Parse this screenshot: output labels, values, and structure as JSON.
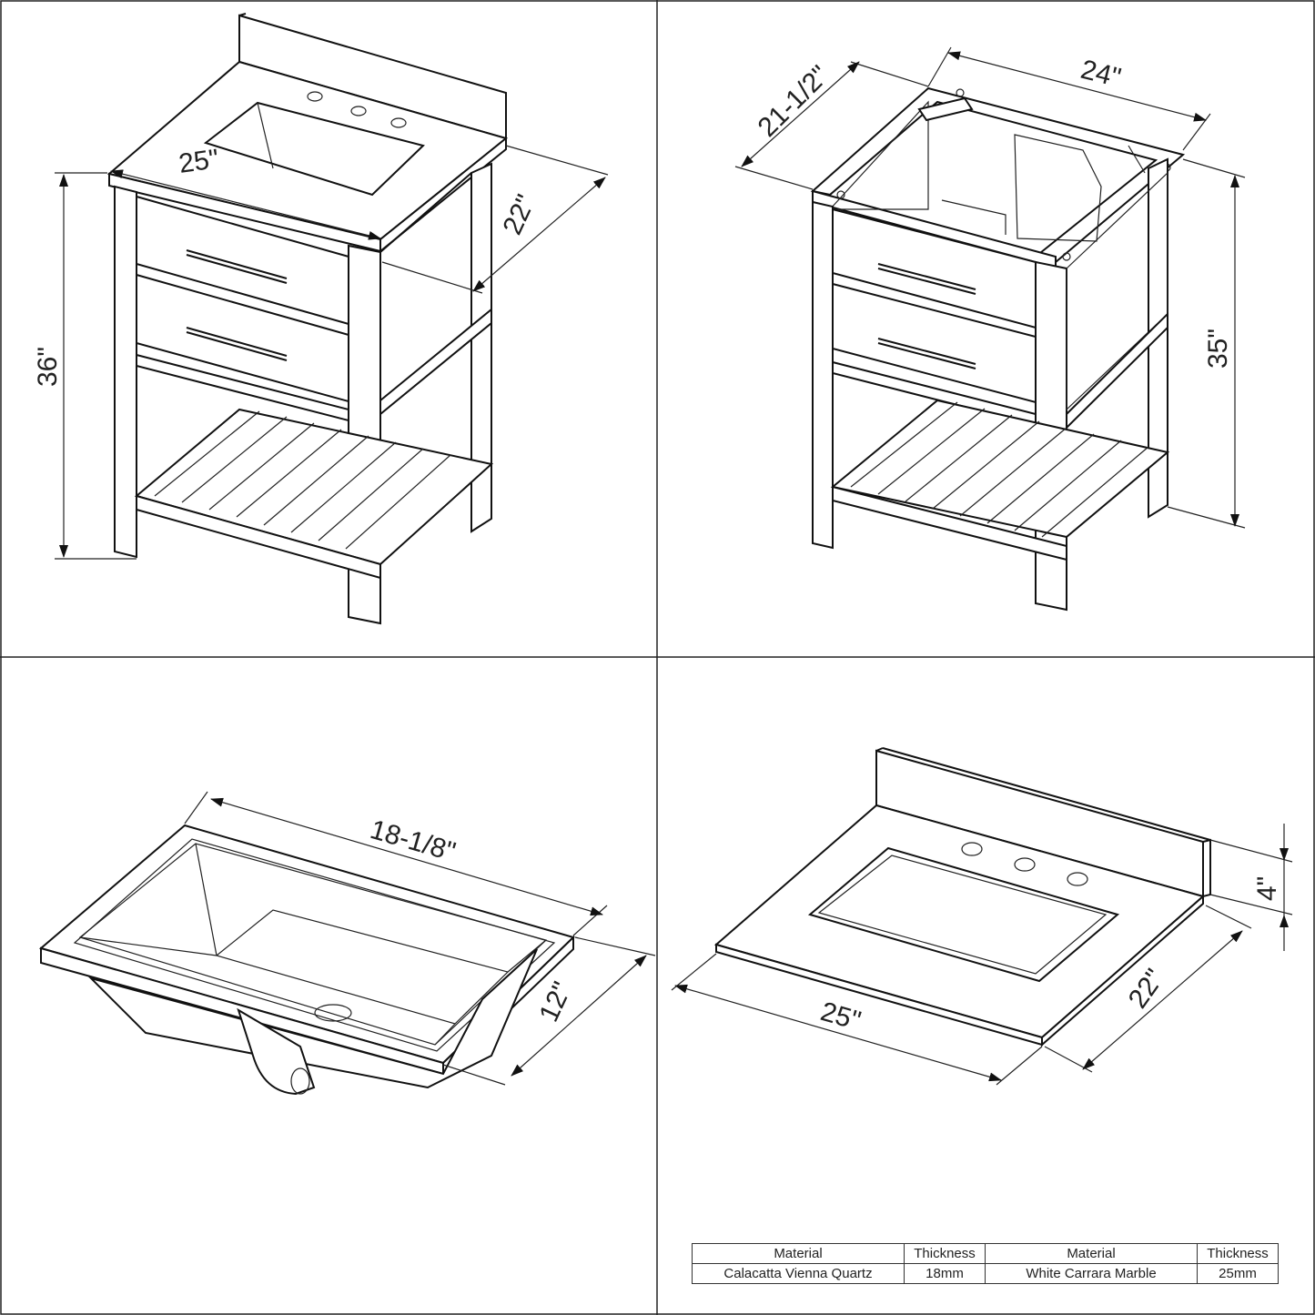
{
  "views": {
    "vanity_front": {
      "width": "25\"",
      "depth": "22\"",
      "height": "36\""
    },
    "vanity_cabinet": {
      "width": "24\"",
      "depth": "21-1/2\"",
      "height": "35\""
    },
    "sink_bowl": {
      "length": "18-1/8\"",
      "width": "12\""
    },
    "countertop": {
      "width": "25\"",
      "depth": "22\"",
      "backsplash_height": "4\""
    }
  },
  "spec_table": {
    "headers": [
      "Material",
      "Thickness",
      "Material",
      "Thickness"
    ],
    "row": [
      "Calacatta Vienna Quartz",
      "18mm",
      "White Carrara Marble",
      "25mm"
    ]
  }
}
